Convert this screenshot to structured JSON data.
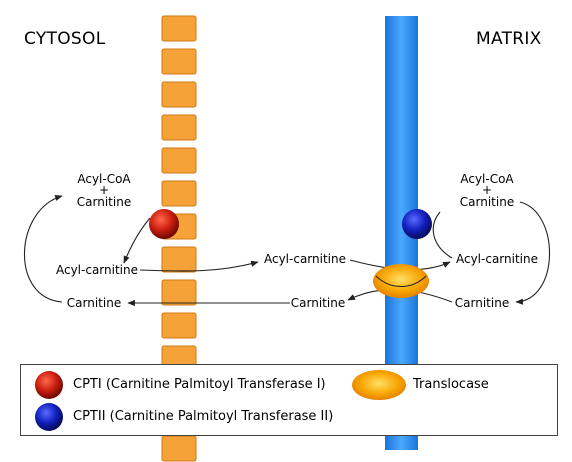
{
  "regions": {
    "left": "CYTOSOL",
    "right": "MATRIX"
  },
  "labels": {
    "acyl_coa_left": "Acyl-CoA",
    "plus_left": "+",
    "carnitine_left_top": "Carnitine",
    "acyl_carnitine_left": "Acyl-carnitine",
    "carnitine_left_bottom": "Carnitine",
    "acyl_carnitine_mid": "Acyl-carnitine",
    "carnitine_mid": "Carnitine",
    "acyl_coa_right": "Acyl-CoA",
    "plus_right": "+",
    "carnitine_right_top": "Carnitine",
    "acyl_carnitine_right": "Acyl-carnitine",
    "carnitine_right_bottom": "Carnitine"
  },
  "legend": {
    "cpt1": "CPTI (Carnitine Palmitoyl Transferase I)",
    "cpt2": "CPTII (Carnitine Palmitoyl Transferase II)",
    "translocase": "Translocase"
  },
  "colors": {
    "outer_membrane": "#f5a338",
    "inner_membrane": "#2b8ef0",
    "cpt1": "#cc1f10",
    "cpt2": "#1220c0",
    "translocase": "#f59a00"
  }
}
